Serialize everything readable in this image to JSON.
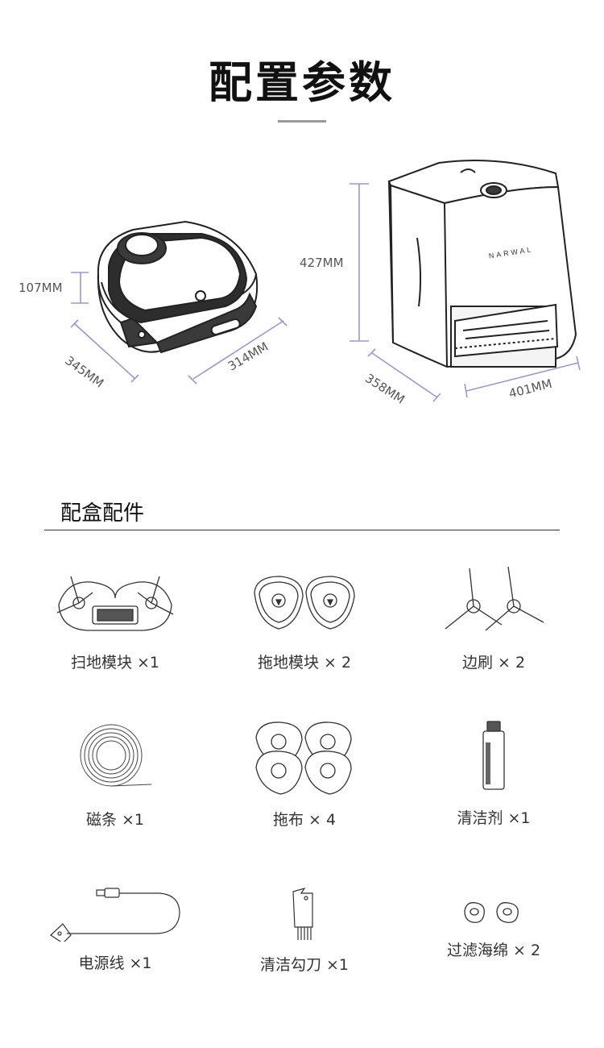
{
  "page_title": "配置参数",
  "dimensions": {
    "robot_height": "107MM",
    "robot_depth": "345MM",
    "robot_width": "314MM",
    "station_height": "427MM",
    "station_depth": "358MM",
    "station_width": "401MM",
    "station_brand": "NARWAL"
  },
  "accessories": {
    "title": "配盒配件",
    "items": [
      {
        "label": "扫地模块 ×1",
        "icon": "sweep-module-icon"
      },
      {
        "label": "拖地模块 × 2",
        "icon": "mop-module-icon"
      },
      {
        "label": "边刷 × 2",
        "icon": "side-brush-icon"
      },
      {
        "label": "磁条 ×1",
        "icon": "magnetic-strip-icon"
      },
      {
        "label": "拖布 × 4",
        "icon": "mop-cloth-icon"
      },
      {
        "label": "清洁剂 ×1",
        "icon": "detergent-bottle-icon"
      },
      {
        "label": "电源线 ×1",
        "icon": "power-cord-icon"
      },
      {
        "label": "清洁勾刀 ×1",
        "icon": "cleaning-tool-icon"
      },
      {
        "label": "过滤海绵 × 2",
        "icon": "filter-sponge-icon"
      }
    ]
  },
  "colors": {
    "dimension_line": "#9b97cf",
    "text": "#333333",
    "title": "#111111"
  }
}
